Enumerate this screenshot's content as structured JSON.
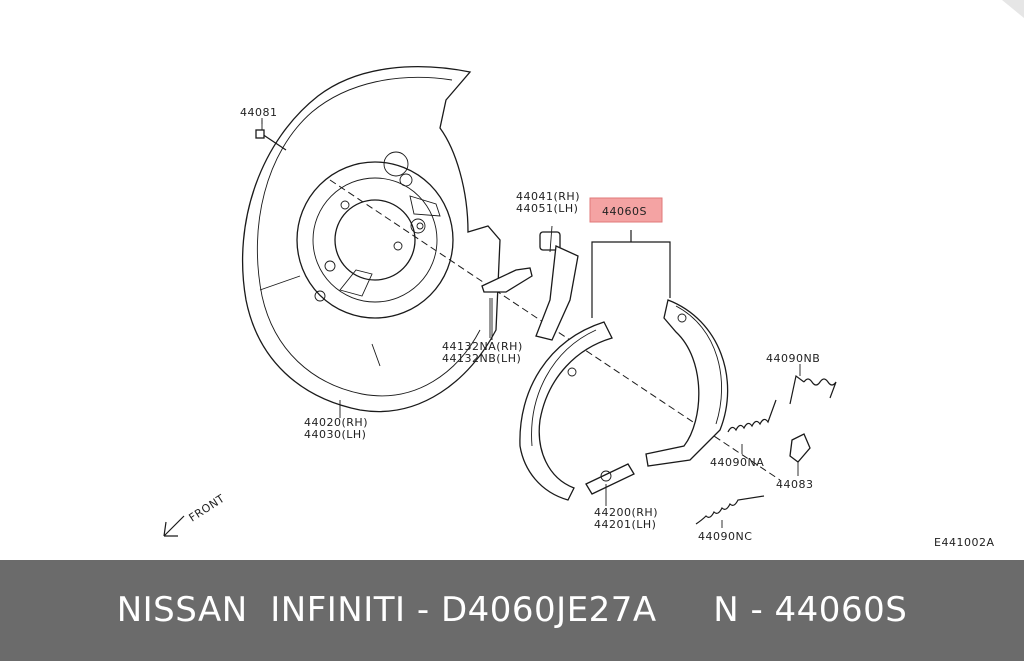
{
  "diagram": {
    "code": "E441002A",
    "highlight_color": "#f4a3a3",
    "labels": {
      "p44081": "44081",
      "p44041": "44041(RH)",
      "p44051": "44051(LH)",
      "p44060s": "44060S",
      "p44132na": "44132NA(RH)",
      "p44132nb": "44132NB(LH)",
      "p44020": "44020(RH)",
      "p44030": "44030(LH)",
      "p44090nb": "44090NB",
      "p44090na": "44090NA",
      "p44083": "44083",
      "p44200": "44200(RH)",
      "p44201": "44201(LH)",
      "p44090nc": "44090NC",
      "front": "FRONT"
    }
  },
  "footer": {
    "text": "NISSAN  INFINITI - D4060JE27A     N - 44060S",
    "background": "#6b6b6b"
  }
}
